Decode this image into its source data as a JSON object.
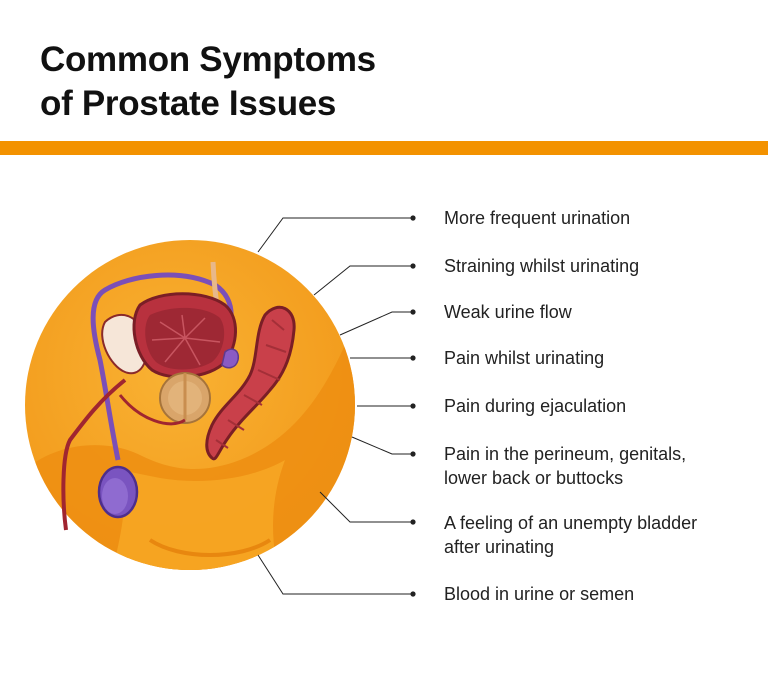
{
  "title": {
    "line1": "Common Symptoms",
    "line2": "of Prostate Issues"
  },
  "colors": {
    "accent": "#F39200",
    "circle": "#F5A623",
    "text": "#222222",
    "title": "#111111"
  },
  "symptoms": [
    {
      "line1": "More frequent urination",
      "line2": ""
    },
    {
      "line1": "Straining whilst urinating",
      "line2": ""
    },
    {
      "line1": "Weak urine flow",
      "line2": ""
    },
    {
      "line1": "Pain whilst urinating",
      "line2": ""
    },
    {
      "line1": "Pain during ejaculation",
      "line2": ""
    },
    {
      "line1": "Pain in the perineum, genitals,",
      "line2": "lower back or buttocks"
    },
    {
      "line1": "A feeling of an unempty bladder",
      "line2": "after urinating"
    },
    {
      "line1": "Blood in urine or semen",
      "line2": ""
    }
  ]
}
